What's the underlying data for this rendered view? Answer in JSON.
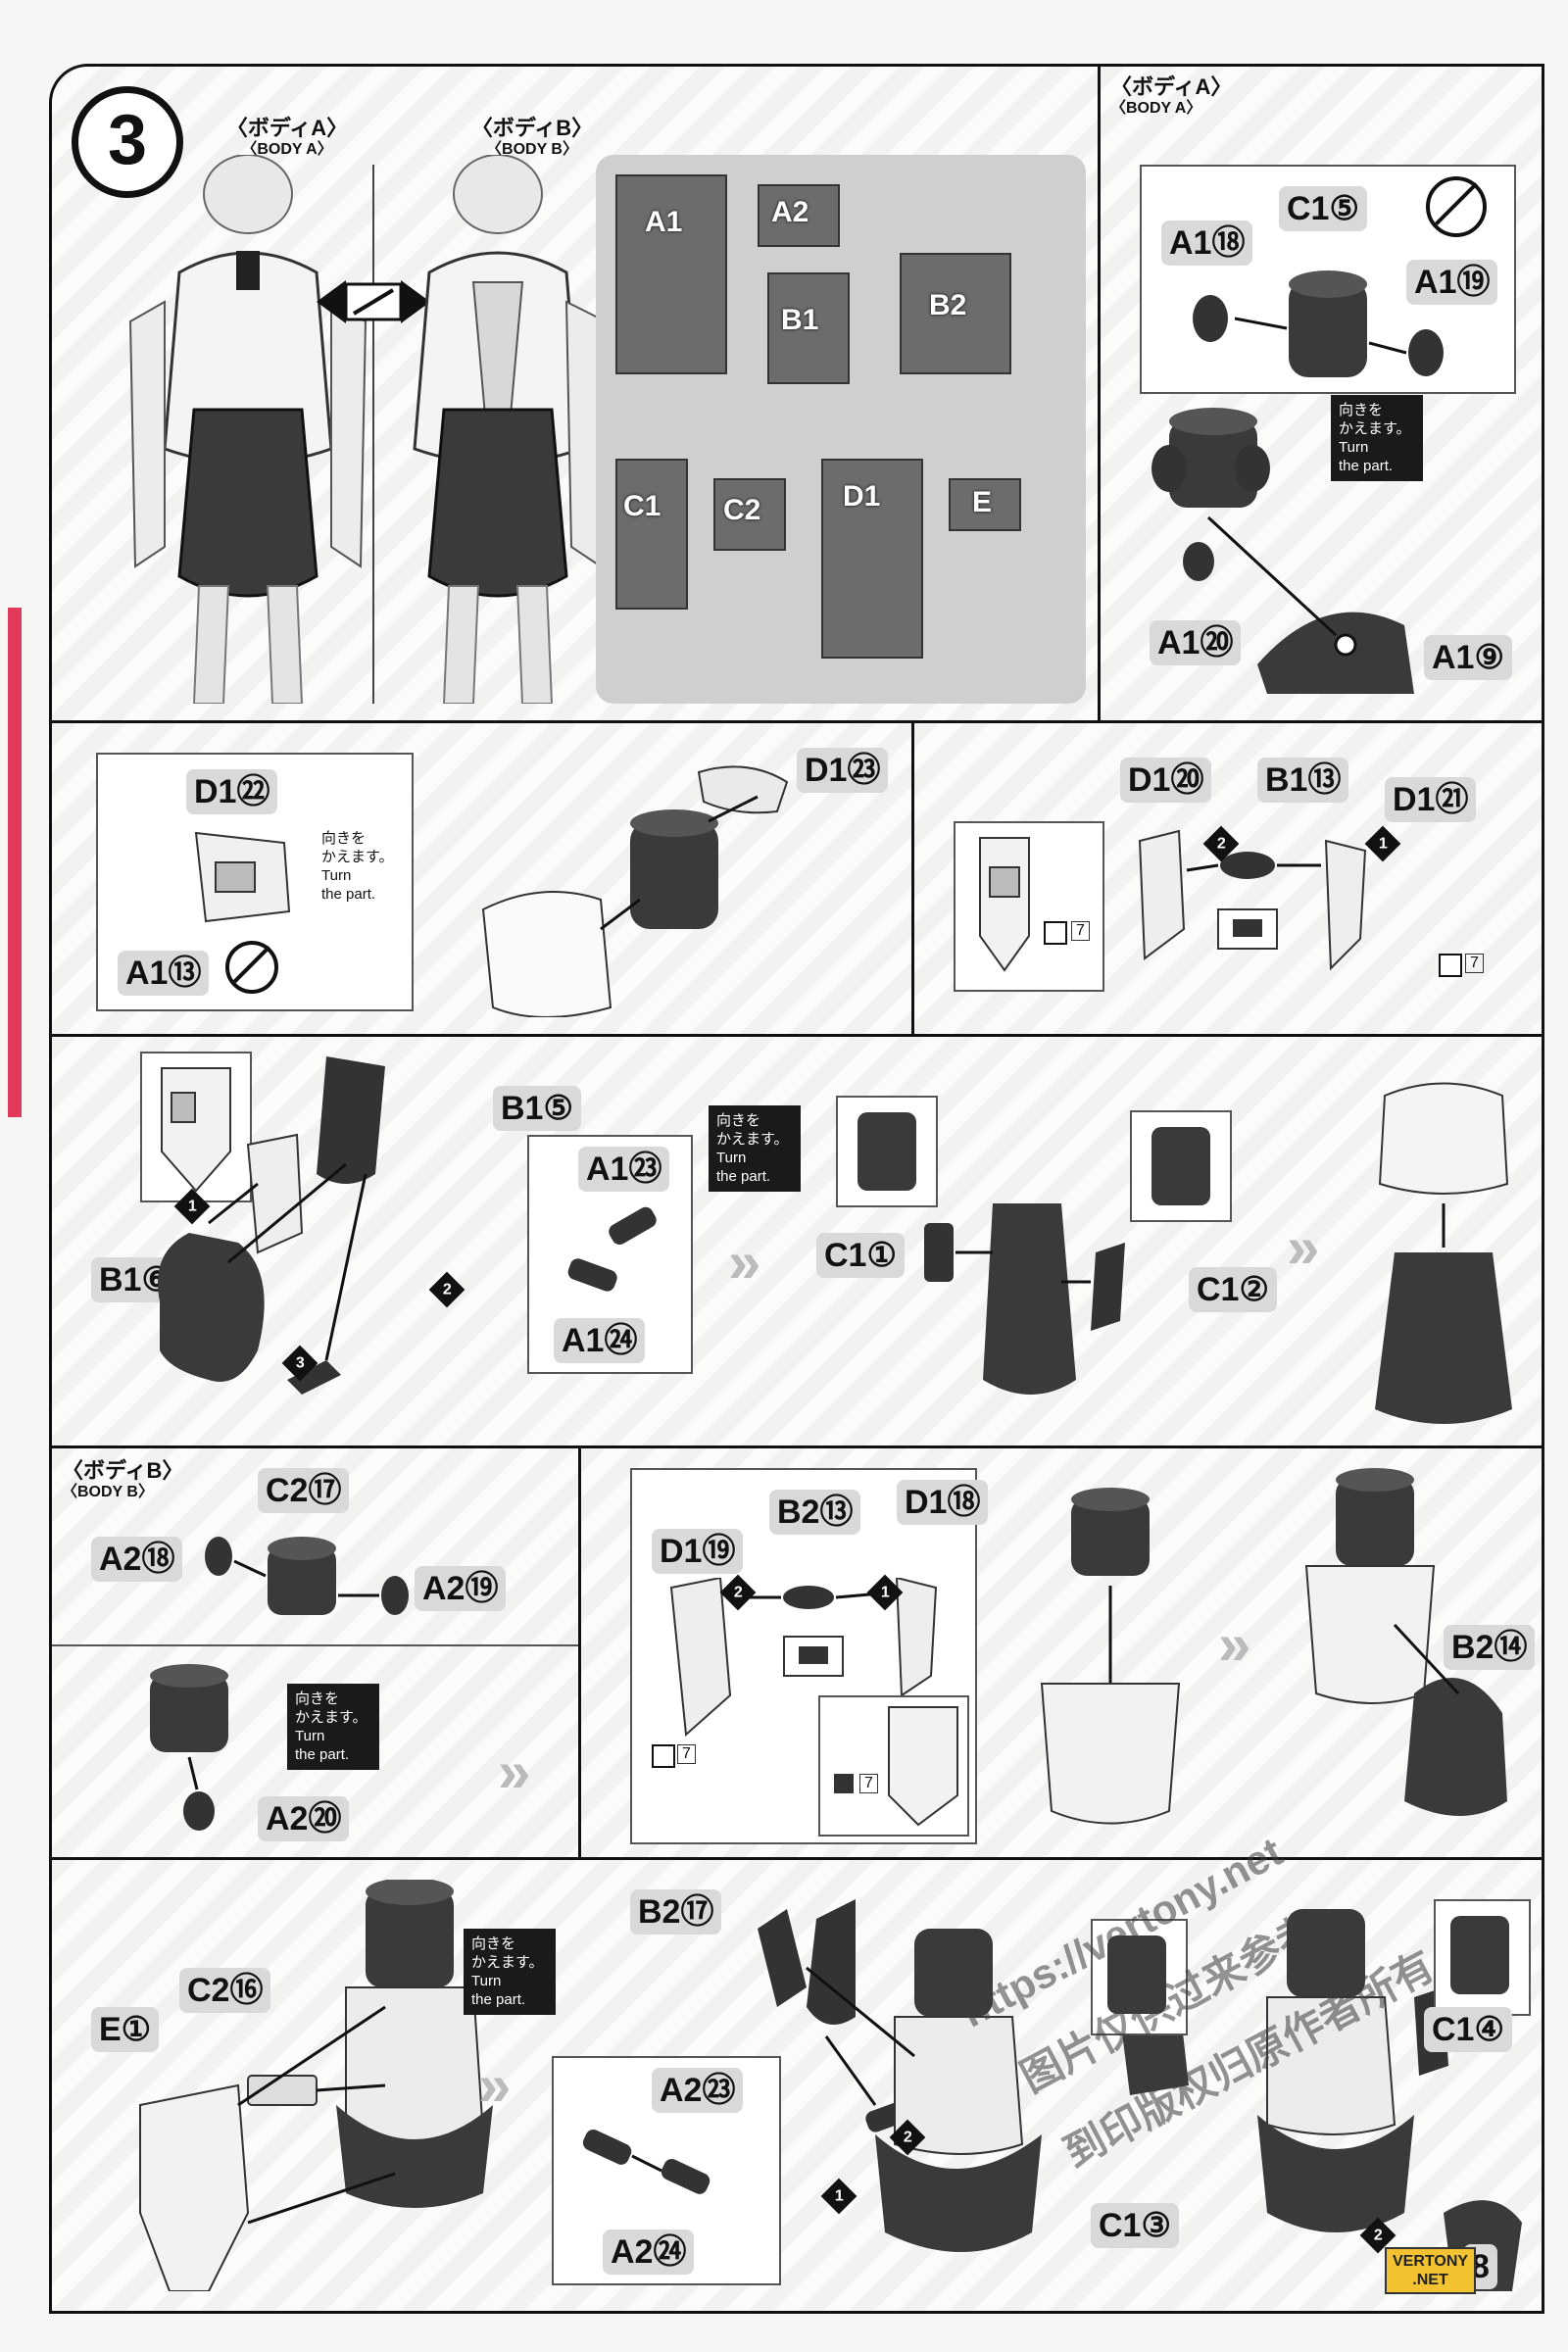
{
  "step": {
    "number": "3"
  },
  "header": {
    "body_a_jp": "〈ボディA〉",
    "body_a_en": "〈BODY A〉",
    "body_b_jp": "〈ボディB〉",
    "body_b_en": "〈BODY B〉"
  },
  "runners": [
    "A1",
    "A2",
    "B1",
    "B2",
    "C1",
    "C2",
    "D1",
    "E"
  ],
  "note": {
    "jp1": "向きを",
    "jp2": "かえます。",
    "en1": "Turn",
    "en2": "the part."
  },
  "sections": {
    "body_a_core": {
      "title_jp": "〈ボディA〉",
      "title_en": "〈BODY A〉",
      "parts": [
        "C1⑤",
        "A1⑱",
        "A1⑲",
        "A1⑳",
        "A1⑨"
      ]
    },
    "torso_front": {
      "parts": [
        "D1㉒",
        "D1㉓",
        "A1⑬"
      ]
    },
    "side_panels": {
      "parts": [
        "D1⑳",
        "B1⑬",
        "D1㉑"
      ],
      "tag": "7"
    },
    "hips": {
      "parts": [
        "B1⑤",
        "B1⑥",
        "A1㉓",
        "A1㉔",
        "C1①",
        "C1②"
      ]
    },
    "body_b_core": {
      "title_jp": "〈ボディB〉",
      "title_en": "〈BODY B〉",
      "parts": [
        "C2⑰",
        "A2⑱",
        "A2⑲",
        "A2⑳"
      ]
    },
    "body_b_panels": {
      "parts": [
        "B2⑬",
        "D1⑱",
        "D1⑲",
        "B2⑭"
      ],
      "tag": "7"
    },
    "body_b_final": {
      "parts": [
        "E①",
        "C2⑯",
        "B2⑰",
        "A2㉓",
        "A2㉔",
        "C1③",
        "C1④",
        "8"
      ]
    }
  },
  "step_markers": [
    "1",
    "2",
    "3"
  ],
  "watermark": {
    "line1": "https://vertony.net",
    "line2": "图片仅供过来参考,",
    "line3": "到印版权归原作者所有"
  },
  "logo": {
    "line1": "VERTONY",
    "line2": ".NET"
  }
}
